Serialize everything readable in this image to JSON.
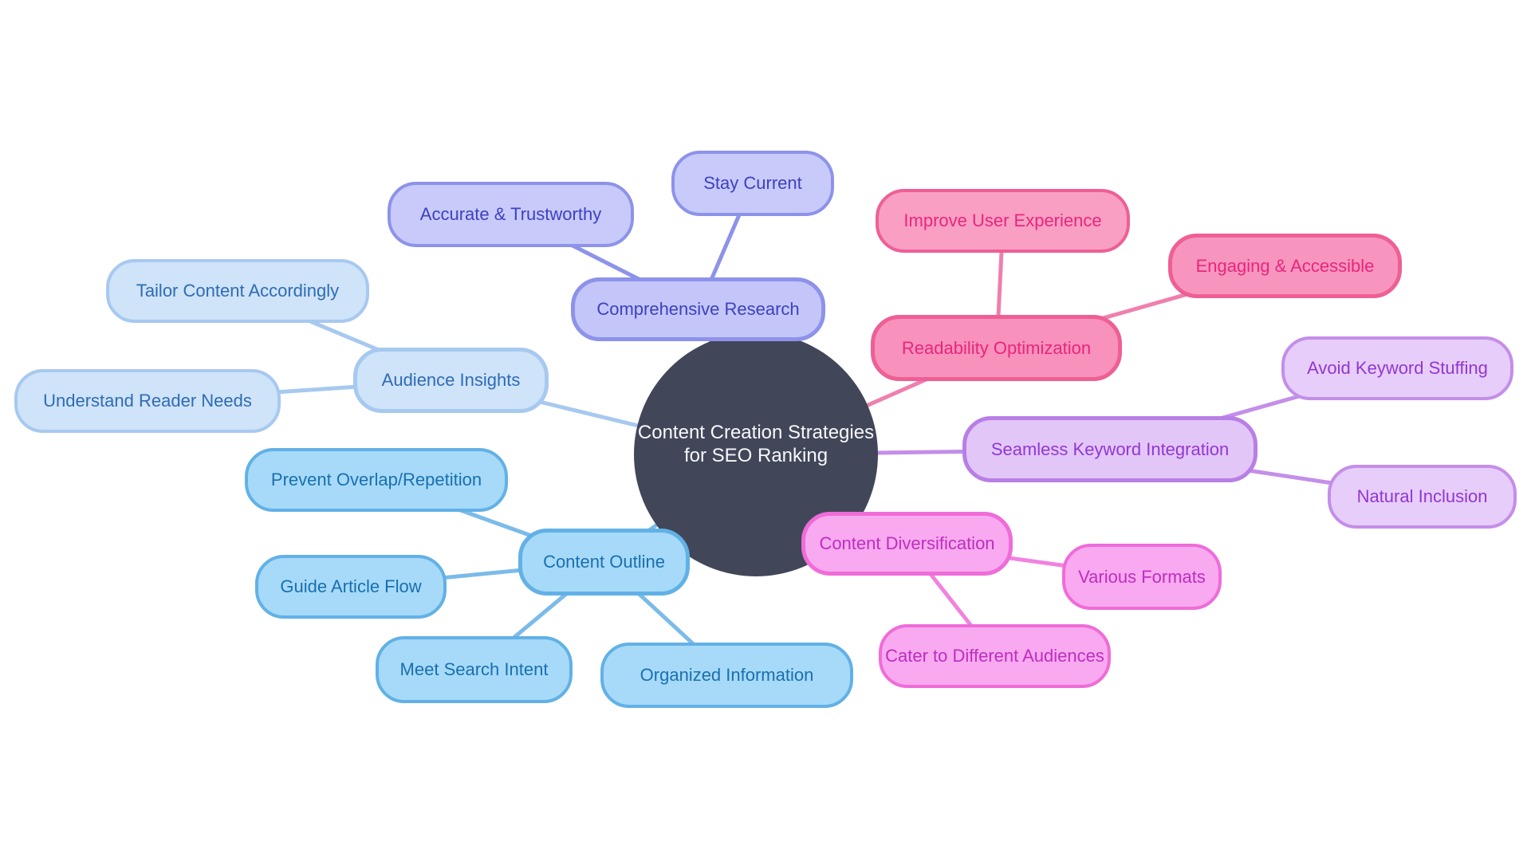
{
  "diagram": {
    "center": {
      "line1": "Content Creation Strategies",
      "line2": "for SEO Ranking",
      "fill": "#414659",
      "text_color": "#f7f8fb"
    },
    "branches": [
      {
        "label": "Comprehensive Research",
        "fill": "#c8cafa",
        "border": "#8d92ea",
        "text": "#3f40bf",
        "children": [
          {
            "label": "Stay Current"
          },
          {
            "label": "Accurate & Trustworthy"
          }
        ]
      },
      {
        "label": "Audience Insights",
        "fill": "#cfe3f9",
        "border": "#a7c9f0",
        "text": "#2e6cb4",
        "children": [
          {
            "label": "Tailor Content Accordingly"
          },
          {
            "label": "Understand Reader Needs"
          }
        ]
      },
      {
        "label": "Content Outline",
        "fill": "#a6daf8",
        "border": "#62b1e6",
        "text": "#1a6fb0",
        "children": [
          {
            "label": "Prevent Overlap/Repetition"
          },
          {
            "label": "Guide Article Flow"
          },
          {
            "label": "Meet Search Intent"
          },
          {
            "label": "Organized Information"
          }
        ]
      },
      {
        "label": "Readability Optimization",
        "fill": "#f891bc",
        "border": "#ee5f96",
        "text": "#e8267c",
        "children": [
          {
            "label": "Improve User Experience"
          },
          {
            "label": "Engaging & Accessible"
          }
        ]
      },
      {
        "label": "Seamless Keyword Integration",
        "fill": "#e3c6f8",
        "border": "#b87fe5",
        "text": "#9137d2",
        "children": [
          {
            "label": "Avoid Keyword Stuffing"
          },
          {
            "label": "Natural Inclusion"
          }
        ]
      },
      {
        "label": "Content Diversification",
        "fill": "#f9a9ef",
        "border": "#ef6cd9",
        "text": "#bd2ec1",
        "children": [
          {
            "label": "Various Formats"
          },
          {
            "label": "Cater to Different Audiences"
          }
        ]
      }
    ]
  }
}
